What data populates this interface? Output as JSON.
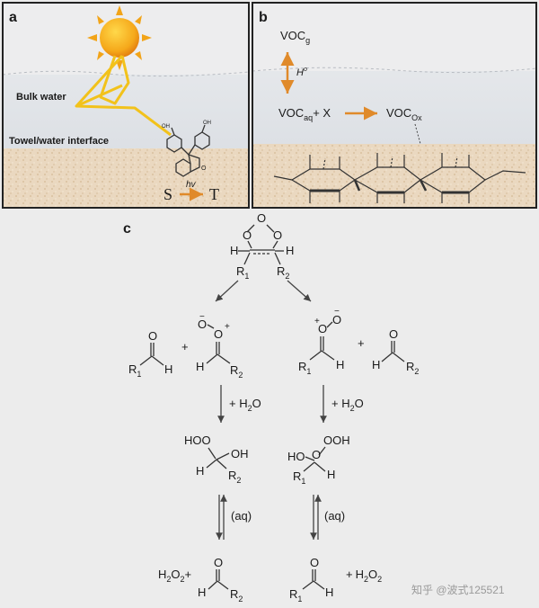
{
  "panel_a": {
    "letter": "a",
    "bulk_label": "Bulk water",
    "interface_label": "Towel/water interface",
    "reaction_left": "S",
    "reaction_mid": "hv",
    "reaction_right": "T",
    "icon": "sun-icon"
  },
  "panel_b": {
    "letter": "b",
    "voc_g": "VOC",
    "voc_g_sub": "g",
    "henry": "H",
    "henry_sup": "o",
    "voc_aq": "VOC",
    "voc_aq_sub": "aq",
    "plus_x": "+ X",
    "voc_ox": "VOC",
    "voc_ox_sub": "Ox"
  },
  "panel_c": {
    "letter": "c",
    "ozonide_o": "O",
    "h": "H",
    "r1": "R",
    "r2": "R",
    "sub1": "1",
    "sub2": "2",
    "plus": "+",
    "water": "+ H",
    "water_sub": "2",
    "water_o": "O",
    "aq": "(aq)",
    "h2o2": "H",
    "h2o2_sub": "2",
    "h2o2_o": "O",
    "h2o2_sub2": "2",
    "oh": "OH",
    "hoo": "HO",
    "ho": "HO",
    "minus": "−",
    "plus_sign": "+"
  },
  "watermark": "知乎 @波式125521",
  "colors": {
    "orange": "#e08a2a",
    "yellow": "#f2c21b",
    "water": "#d9dde2",
    "sand": "#e8d5bc"
  }
}
